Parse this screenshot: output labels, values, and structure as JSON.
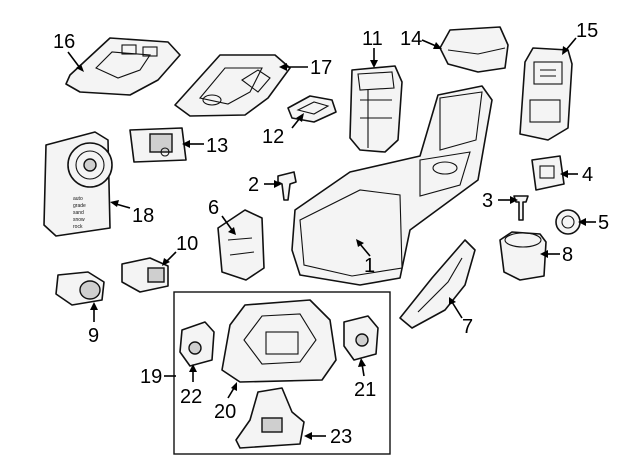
{
  "labels": {
    "p1": "1",
    "p2": "2",
    "p3": "3",
    "p4": "4",
    "p5": "5",
    "p6": "6",
    "p7": "7",
    "p8": "8",
    "p9": "9",
    "p10": "10",
    "p11": "11",
    "p12": "12",
    "p13": "13",
    "p14": "14",
    "p15": "15",
    "p16": "16",
    "p17": "17",
    "p18": "18",
    "p19": "19",
    "p20": "20",
    "p21": "21",
    "p22": "22",
    "p23": "23"
  },
  "shifter_modes": [
    "auto",
    "grade",
    "sand",
    "snow",
    "rock"
  ]
}
